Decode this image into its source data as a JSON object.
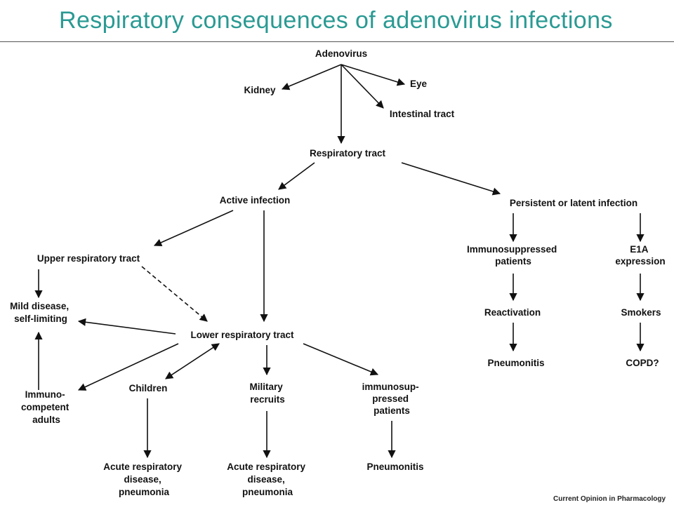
{
  "title": "Respiratory consequences of adenovirus infections",
  "nodes": {
    "adenovirus": "Adenovirus",
    "kidney": "Kidney",
    "eye": "Eye",
    "intestinal": "Intestinal tract",
    "respiratory": "Respiratory tract",
    "active": "Active infection",
    "persistent": "Persistent or latent infection",
    "upper": "Upper respiratory tract",
    "immunosuppressed_line1": "Immunosuppressed",
    "immunosuppressed_line2": "patients",
    "e1a_line1": "E1A",
    "e1a_line2": "expression",
    "mild_line1": "Mild disease,",
    "mild_line2": "self-limiting",
    "reactivation": "Reactivation",
    "smokers": "Smokers",
    "lower": "Lower respiratory tract",
    "pneumonitis_right": "Pneumonitis",
    "copd": "COPD?",
    "immunocompetent_line1": "Immuno-",
    "immunocompetent_line2": "competent",
    "immunocompetent_line3": "adults",
    "children": "Children",
    "military_line1": "Military",
    "military_line2": "recruits",
    "immunosup_line1": "immunosup-",
    "immunosup_line2": "pressed",
    "immunosup_line3": "patients",
    "acute1_line1": "Acute respiratory",
    "acute1_line2": "disease,",
    "acute1_line3": "pneumonia",
    "acute2_line1": "Acute respiratory",
    "acute2_line2": "disease,",
    "acute2_line3": "pneumonia",
    "pneumonitis_bottom": "Pneumonitis"
  },
  "source_credit": "Current Opinion in Pharmacology"
}
